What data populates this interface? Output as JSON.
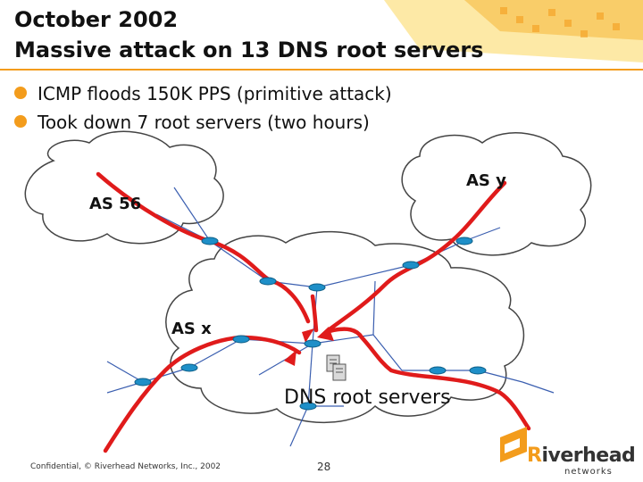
{
  "slide": {
    "title_line1": "October 2002",
    "title_line2": "Massive attack on 13 DNS root servers",
    "bullets": [
      "ICMP floods 150K PPS (primitive attack)",
      "Took down 7 root servers (two hours)"
    ]
  },
  "diagram": {
    "labels": {
      "as_left": "AS 56",
      "as_right": "AS y",
      "as_center": "AS x",
      "dns": "DNS root servers"
    },
    "colors": {
      "attack_path": "#e01b1b",
      "router": "#1e8fc8",
      "link": "#3b5fb0",
      "accent": "#f39c1c"
    }
  },
  "footer": {
    "confidential": "Confidential, © Riverhead Networks, Inc., 2002",
    "page_number": "28",
    "logo_r": "R",
    "logo_rest": "iverhead",
    "logo_sub": "networks"
  }
}
